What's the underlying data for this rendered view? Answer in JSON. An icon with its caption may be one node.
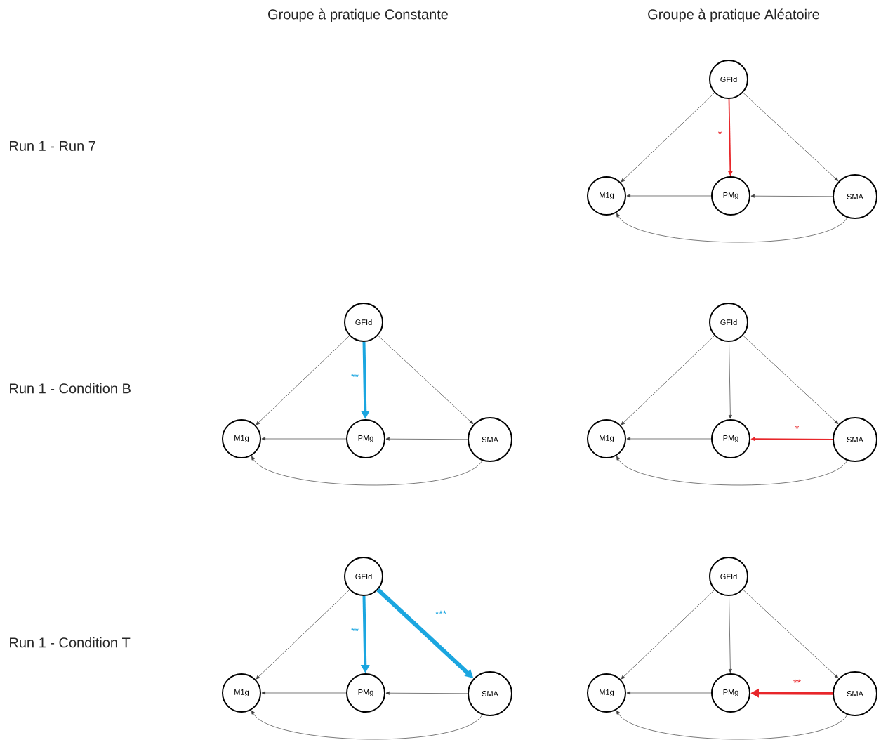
{
  "diagram": {
    "nodes": [
      {
        "text": [
          "GFId"
        ]
      },
      {
        "text": [
          "M1g"
        ]
      },
      {
        "text": [
          "PMg"
        ]
      },
      {
        "text": [
          "SMA"
        ]
      },
      {
        "text": [
          "GFId"
        ]
      },
      {
        "text": [
          "M1g"
        ]
      },
      {
        "text": [
          "PMg"
        ]
      },
      {
        "text": [
          "SMA"
        ]
      },
      {
        "text": [
          "GFId"
        ]
      },
      {
        "text": [
          "M1g"
        ]
      },
      {
        "text": [
          "PMg"
        ]
      },
      {
        "text": [
          "SMA"
        ]
      },
      {
        "text": [
          "GFId"
        ]
      },
      {
        "text": [
          "M1g"
        ]
      },
      {
        "text": [
          "PMg"
        ]
      },
      {
        "text": [
          "SMA"
        ]
      },
      {
        "text": [
          "GFId"
        ]
      },
      {
        "text": [
          "M1g"
        ]
      },
      {
        "text": [
          "PMg"
        ]
      },
      {
        "text": [
          "SMA"
        ]
      }
    ],
    "edges": [
      {
        "from": 0,
        "to": 1,
        "arrow": "to"
      },
      {
        "from": 0,
        "to": 2,
        "arrow": "to",
        "label": "*",
        "color": "#e8262a"
      },
      {
        "from": 0,
        "to": 3,
        "arrow": "to"
      },
      {
        "from": 2,
        "to": 1,
        "arrow": "to"
      },
      {
        "from": 3,
        "to": 2,
        "arrow": "to"
      },
      {
        "from": 3,
        "to": 1,
        "arrow": "to"
      },
      {
        "from": 4,
        "to": 5,
        "arrow": "to"
      },
      {
        "from": 4,
        "to": 6,
        "arrow": "to",
        "label": "**",
        "style": "thick",
        "color": "#1ba6e0"
      },
      {
        "from": 4,
        "to": 7,
        "arrow": "to"
      },
      {
        "from": 6,
        "to": 5,
        "arrow": "to"
      },
      {
        "from": 7,
        "to": 6,
        "arrow": "to"
      },
      {
        "from": 7,
        "to": 5,
        "arrow": "to"
      },
      {
        "from": 8,
        "to": 9,
        "arrow": "to"
      },
      {
        "from": 8,
        "to": 10,
        "arrow": "to"
      },
      {
        "from": 8,
        "to": 11,
        "arrow": "to"
      },
      {
        "from": 10,
        "to": 9,
        "arrow": "to"
      },
      {
        "from": 11,
        "to": 10,
        "arrow": "to",
        "label": "*",
        "color": "#e8262a"
      },
      {
        "from": 11,
        "to": 9,
        "arrow": "to"
      },
      {
        "from": 12,
        "to": 13,
        "arrow": "to"
      },
      {
        "from": 12,
        "to": 14,
        "arrow": "to",
        "label": "**",
        "style": "thick",
        "color": "#1ba6e0"
      },
      {
        "from": 12,
        "to": 15,
        "arrow": "to",
        "label": "***",
        "style": "thick",
        "color": "#1ba6e0"
      },
      {
        "from": 14,
        "to": 13,
        "arrow": "to"
      },
      {
        "from": 15,
        "to": 14,
        "arrow": "to"
      },
      {
        "from": 15,
        "to": 13,
        "arrow": "to"
      },
      {
        "from": 16,
        "to": 17,
        "arrow": "to"
      },
      {
        "from": 16,
        "to": 18,
        "arrow": "to"
      },
      {
        "from": 16,
        "to": 19,
        "arrow": "to"
      },
      {
        "from": 18,
        "to": 17,
        "arrow": "to"
      },
      {
        "from": 19,
        "to": 18,
        "arrow": "to",
        "label": "**",
        "style": "thick",
        "color": "#e8262a"
      },
      {
        "from": 19,
        "to": 17,
        "arrow": "to"
      }
    ],
    "labels": [
      "Groupe à pratique Constante",
      "Groupe à pratique Aléatoire",
      "Run 1 - Run 7",
      "Run 1 - Condition B",
      "Run 1 - Condition T"
    ]
  }
}
